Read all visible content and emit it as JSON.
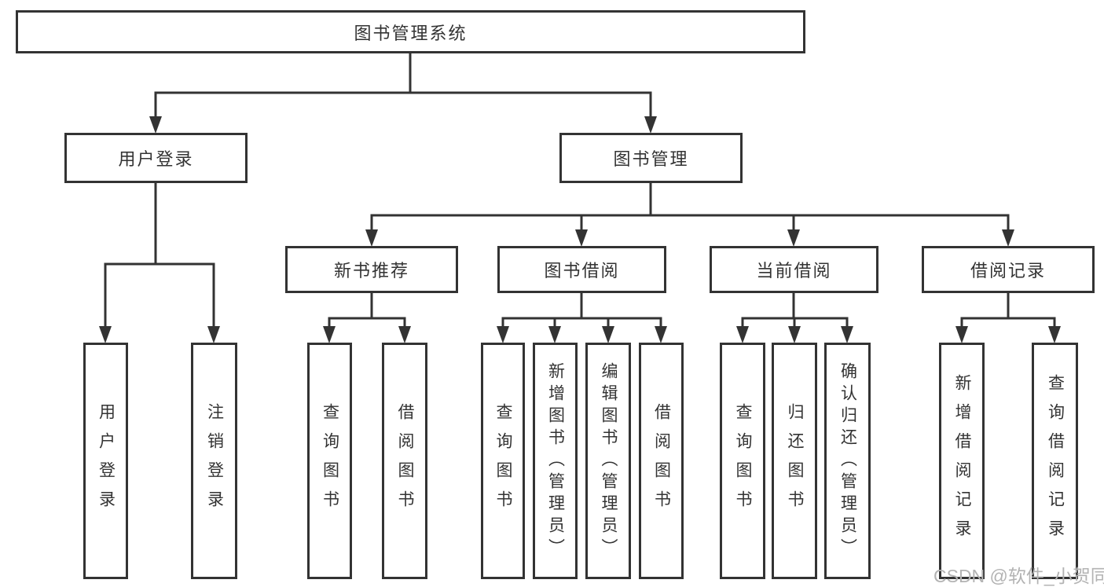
{
  "tree": {
    "root": "图书管理系统",
    "children": [
      {
        "label": "用户登录",
        "leaves": [
          "用户登录",
          "注销登录"
        ]
      },
      {
        "label": "图书管理",
        "children": [
          {
            "label": "新书推荐",
            "leaves": [
              "查询图书",
              "借阅图书"
            ]
          },
          {
            "label": "图书借阅",
            "leaves": [
              "查询图书",
              "新增图书（管理员）",
              "编辑图书（管理员）",
              "借阅图书"
            ]
          },
          {
            "label": "当前借阅",
            "leaves": [
              "查询图书",
              "归还图书",
              "确认归还（管理员）"
            ]
          },
          {
            "label": "借阅记录",
            "leaves": [
              "新增借阅记录",
              "查询借阅记录"
            ]
          }
        ]
      }
    ]
  },
  "watermark": "CSDN @软件_小贺同学",
  "colors": {
    "line": "#333333",
    "text": "#333333",
    "box_background": "#ffffff",
    "page_background": "#ffffff",
    "watermark": "#b3b3b3"
  }
}
